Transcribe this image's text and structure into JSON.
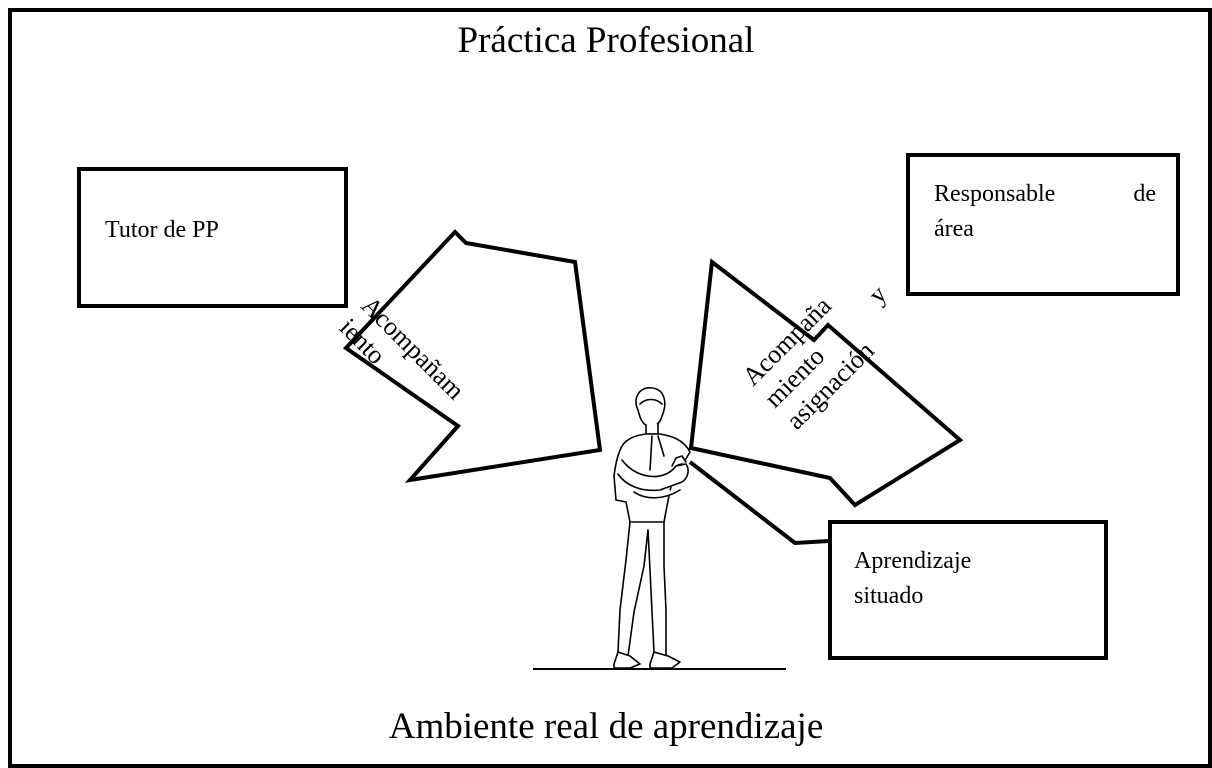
{
  "diagram": {
    "title": "Práctica Profesional",
    "footer": "Ambiente real de aprendizaje",
    "boxes": {
      "tutor": "Tutor de PP",
      "responsable_line1_a": "Responsable",
      "responsable_line1_b": "de",
      "responsable_line2": "área",
      "aprendizaje_line1": "Aprendizaje",
      "aprendizaje_line2": "situado"
    },
    "arrows": {
      "left_line1": "Acompañam",
      "left_line2": "iento",
      "right_line1": "Acompaña",
      "right_line2_a": "miento",
      "right_line2_b": "y",
      "right_line3": "asignación"
    },
    "figure": "standing-person-icon"
  }
}
